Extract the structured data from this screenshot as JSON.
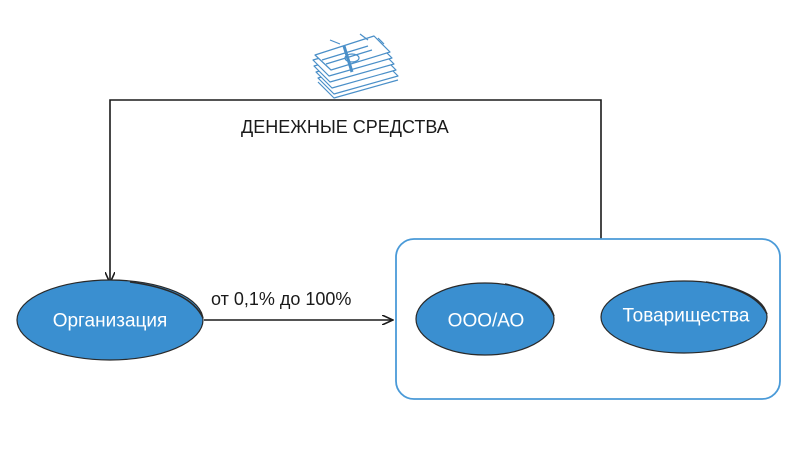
{
  "diagram": {
    "top_label": "ДЕНЕЖНЫЕ СРЕДСТВА",
    "arrow_label": "от 0,1% до 100%",
    "nodes": {
      "organization": "Организация",
      "ooo_ao": "ООО/АО",
      "partnerships": "Товарищества"
    },
    "money_icon": "money-stack-icon"
  },
  "colors": {
    "node_fill": "#3a8fd0",
    "node_stroke": "#2a2a2a",
    "container_stroke": "#4a9ad8",
    "line": "#1a1a1a",
    "money_sketch": "#4a8fc8"
  }
}
